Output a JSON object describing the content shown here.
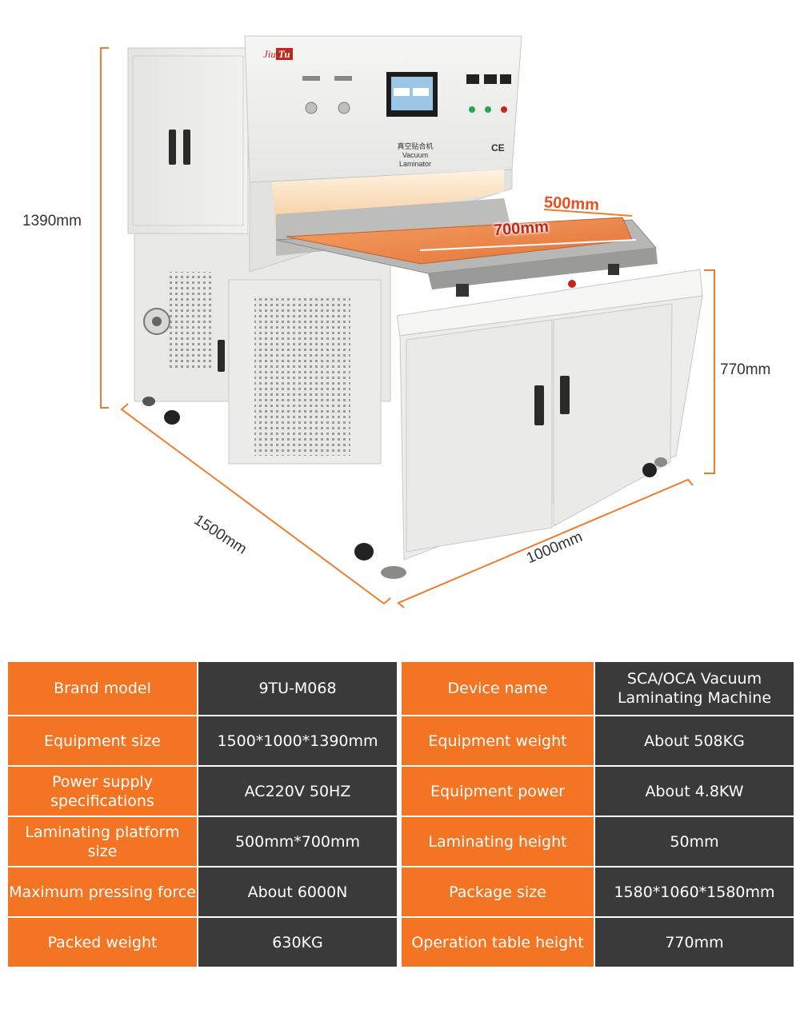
{
  "dimensions": {
    "height_total": "1390mm",
    "table_height": "770mm",
    "length": "1500mm",
    "width": "1000mm",
    "platform_depth": "500mm",
    "platform_width": "700mm"
  },
  "machine_labels": {
    "brand_prefix": "Jiu",
    "brand_suffix": "Tu",
    "name_cn": "真空贴合机",
    "name_en": "Vacuum Laminator",
    "ce": "CE"
  },
  "colors": {
    "accent_orange": "#f37422",
    "dark_cell": "#3a3a3a",
    "dimension_line": "#f07c2c"
  },
  "specs_left": [
    {
      "label": "Brand model",
      "value": "9TU-M068"
    },
    {
      "label": "Equipment size",
      "value": "1500*1000*1390mm"
    },
    {
      "label": "Power supply specifications",
      "value": "AC220V 50HZ"
    },
    {
      "label": "Laminating platform size",
      "value": "500mm*700mm"
    },
    {
      "label": "Maximum pressing force",
      "value": "About 6000N"
    },
    {
      "label": "Packed weight",
      "value": "630KG"
    }
  ],
  "specs_right": [
    {
      "label": "Device name",
      "value": "SCA/OCA Vacuum Laminating Machine"
    },
    {
      "label": "Equipment weight",
      "value": "About 508KG"
    },
    {
      "label": "Equipment power",
      "value": "About 4.8KW"
    },
    {
      "label": "Laminating height",
      "value": "50mm"
    },
    {
      "label": "Package size",
      "value": "1580*1060*1580mm"
    },
    {
      "label": "Operation table height",
      "value": "770mm"
    }
  ]
}
